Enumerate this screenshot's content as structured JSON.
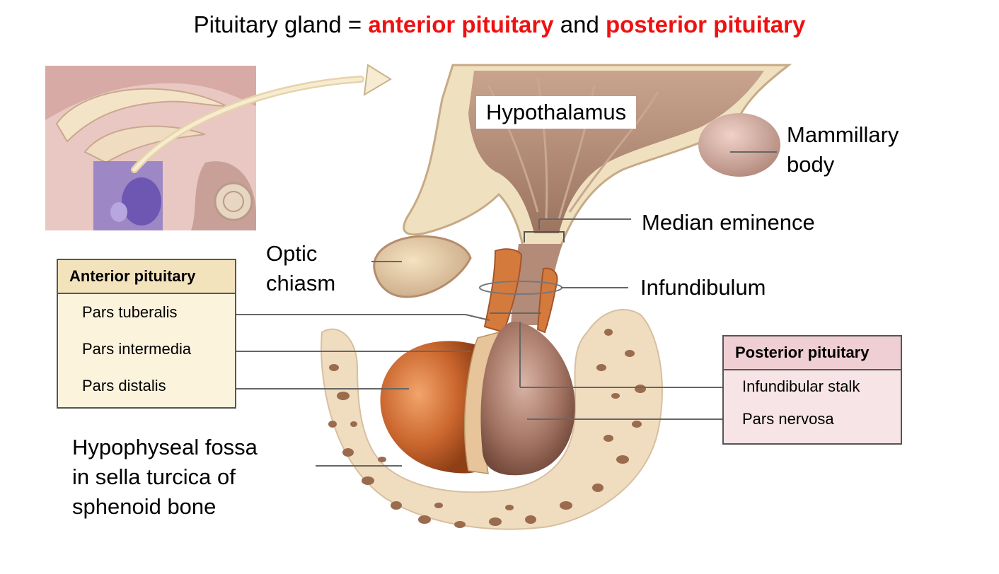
{
  "title": {
    "prefix": "Pituitary gland = ",
    "anterior": "anterior pituitary",
    "middle": " and ",
    "posterior": "posterior pituitary",
    "accent_color": "#ee1111"
  },
  "labels": {
    "hypothalamus": "Hypothalamus",
    "mammillary_body": [
      "Mammillary",
      "body"
    ],
    "median_eminence": "Median eminence",
    "optic_chiasm": [
      "Optic",
      "chiasm"
    ],
    "infundibulum": "Infundibulum",
    "fossa": [
      "Hypophyseal fossa",
      "in sella turcica of",
      "sphenoid bone"
    ]
  },
  "anterior_box": {
    "header": "Anterior pituitary",
    "items": [
      "Pars tuberalis",
      "Pars intermedia",
      "Pars distalis"
    ]
  },
  "posterior_box": {
    "header": "Posterior pituitary",
    "items": [
      "Infundibular stalk",
      "Pars nervosa"
    ]
  }
}
